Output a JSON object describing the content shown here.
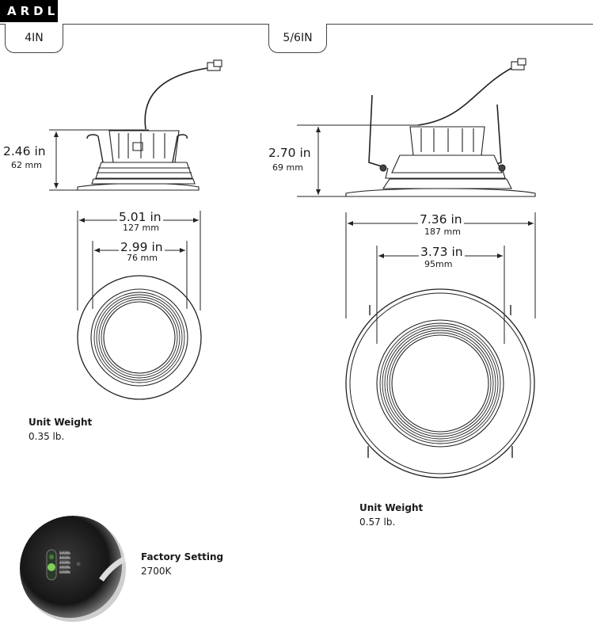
{
  "brand": "ARDL",
  "tabs": [
    {
      "label": "4IN"
    },
    {
      "label": "5/6IN"
    }
  ],
  "left": {
    "height_in": "2.46 in",
    "height_mm": "62 mm",
    "outer_in": "5.01 in",
    "outer_mm": "127 mm",
    "inner_in": "2.99 in",
    "inner_mm": "76 mm",
    "weight_title": "Unit Weight",
    "weight_value": "0.35 lb."
  },
  "right": {
    "height_in": "2.70 in",
    "height_mm": "69 mm",
    "outer_in": "7.36 in",
    "outer_mm": "187 mm",
    "inner_in": "3.73 in",
    "inner_mm": "95mm",
    "weight_title": "Unit Weight",
    "weight_value": "0.57 lb."
  },
  "factory": {
    "title": "Factory Setting",
    "value": "2700K",
    "switch_labels": [
      "5000K",
      "4000K",
      "3500K",
      "3000K",
      "2700K"
    ]
  }
}
